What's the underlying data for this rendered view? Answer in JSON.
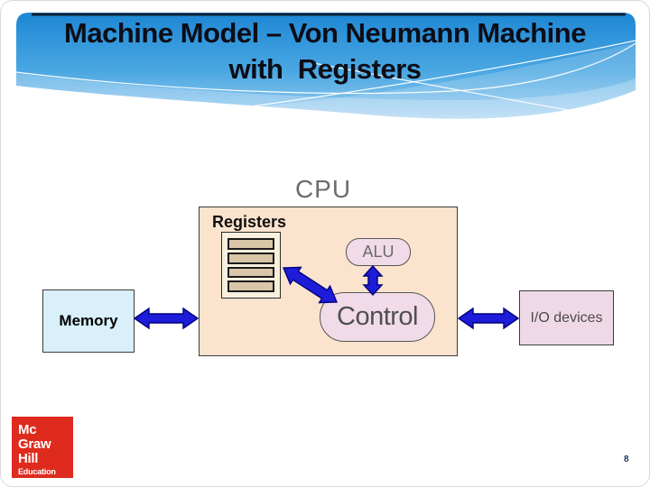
{
  "title": {
    "line1": "Machine Model – Von Neumann Machine",
    "line2": "with  Registers"
  },
  "diagram": {
    "cpu_label": "CPU",
    "registers_label": "Registers",
    "alu_label": "ALU",
    "control_label": "Control",
    "memory_label": "Memory",
    "io_label": "I/O devices",
    "register_slot_count": 4
  },
  "footer": {
    "page_number": "8",
    "logo": {
      "line1": "Mc",
      "line2": "Graw",
      "line3": "Hill",
      "line4": "Education"
    }
  },
  "colors": {
    "header_blue_top": "#1d87d4",
    "header_blue_bottom": "#9ccef0",
    "title_text": "#0d0d17",
    "cpu_fill": "#fbe3cd",
    "memory_fill": "#d9f0fa",
    "pink_fill": "#f1dbe8",
    "register_bar": "#d9c6a9",
    "arrow_blue": "#1c1cd9",
    "logo_red": "#df2a1e",
    "page_number_navy": "#17375e"
  }
}
